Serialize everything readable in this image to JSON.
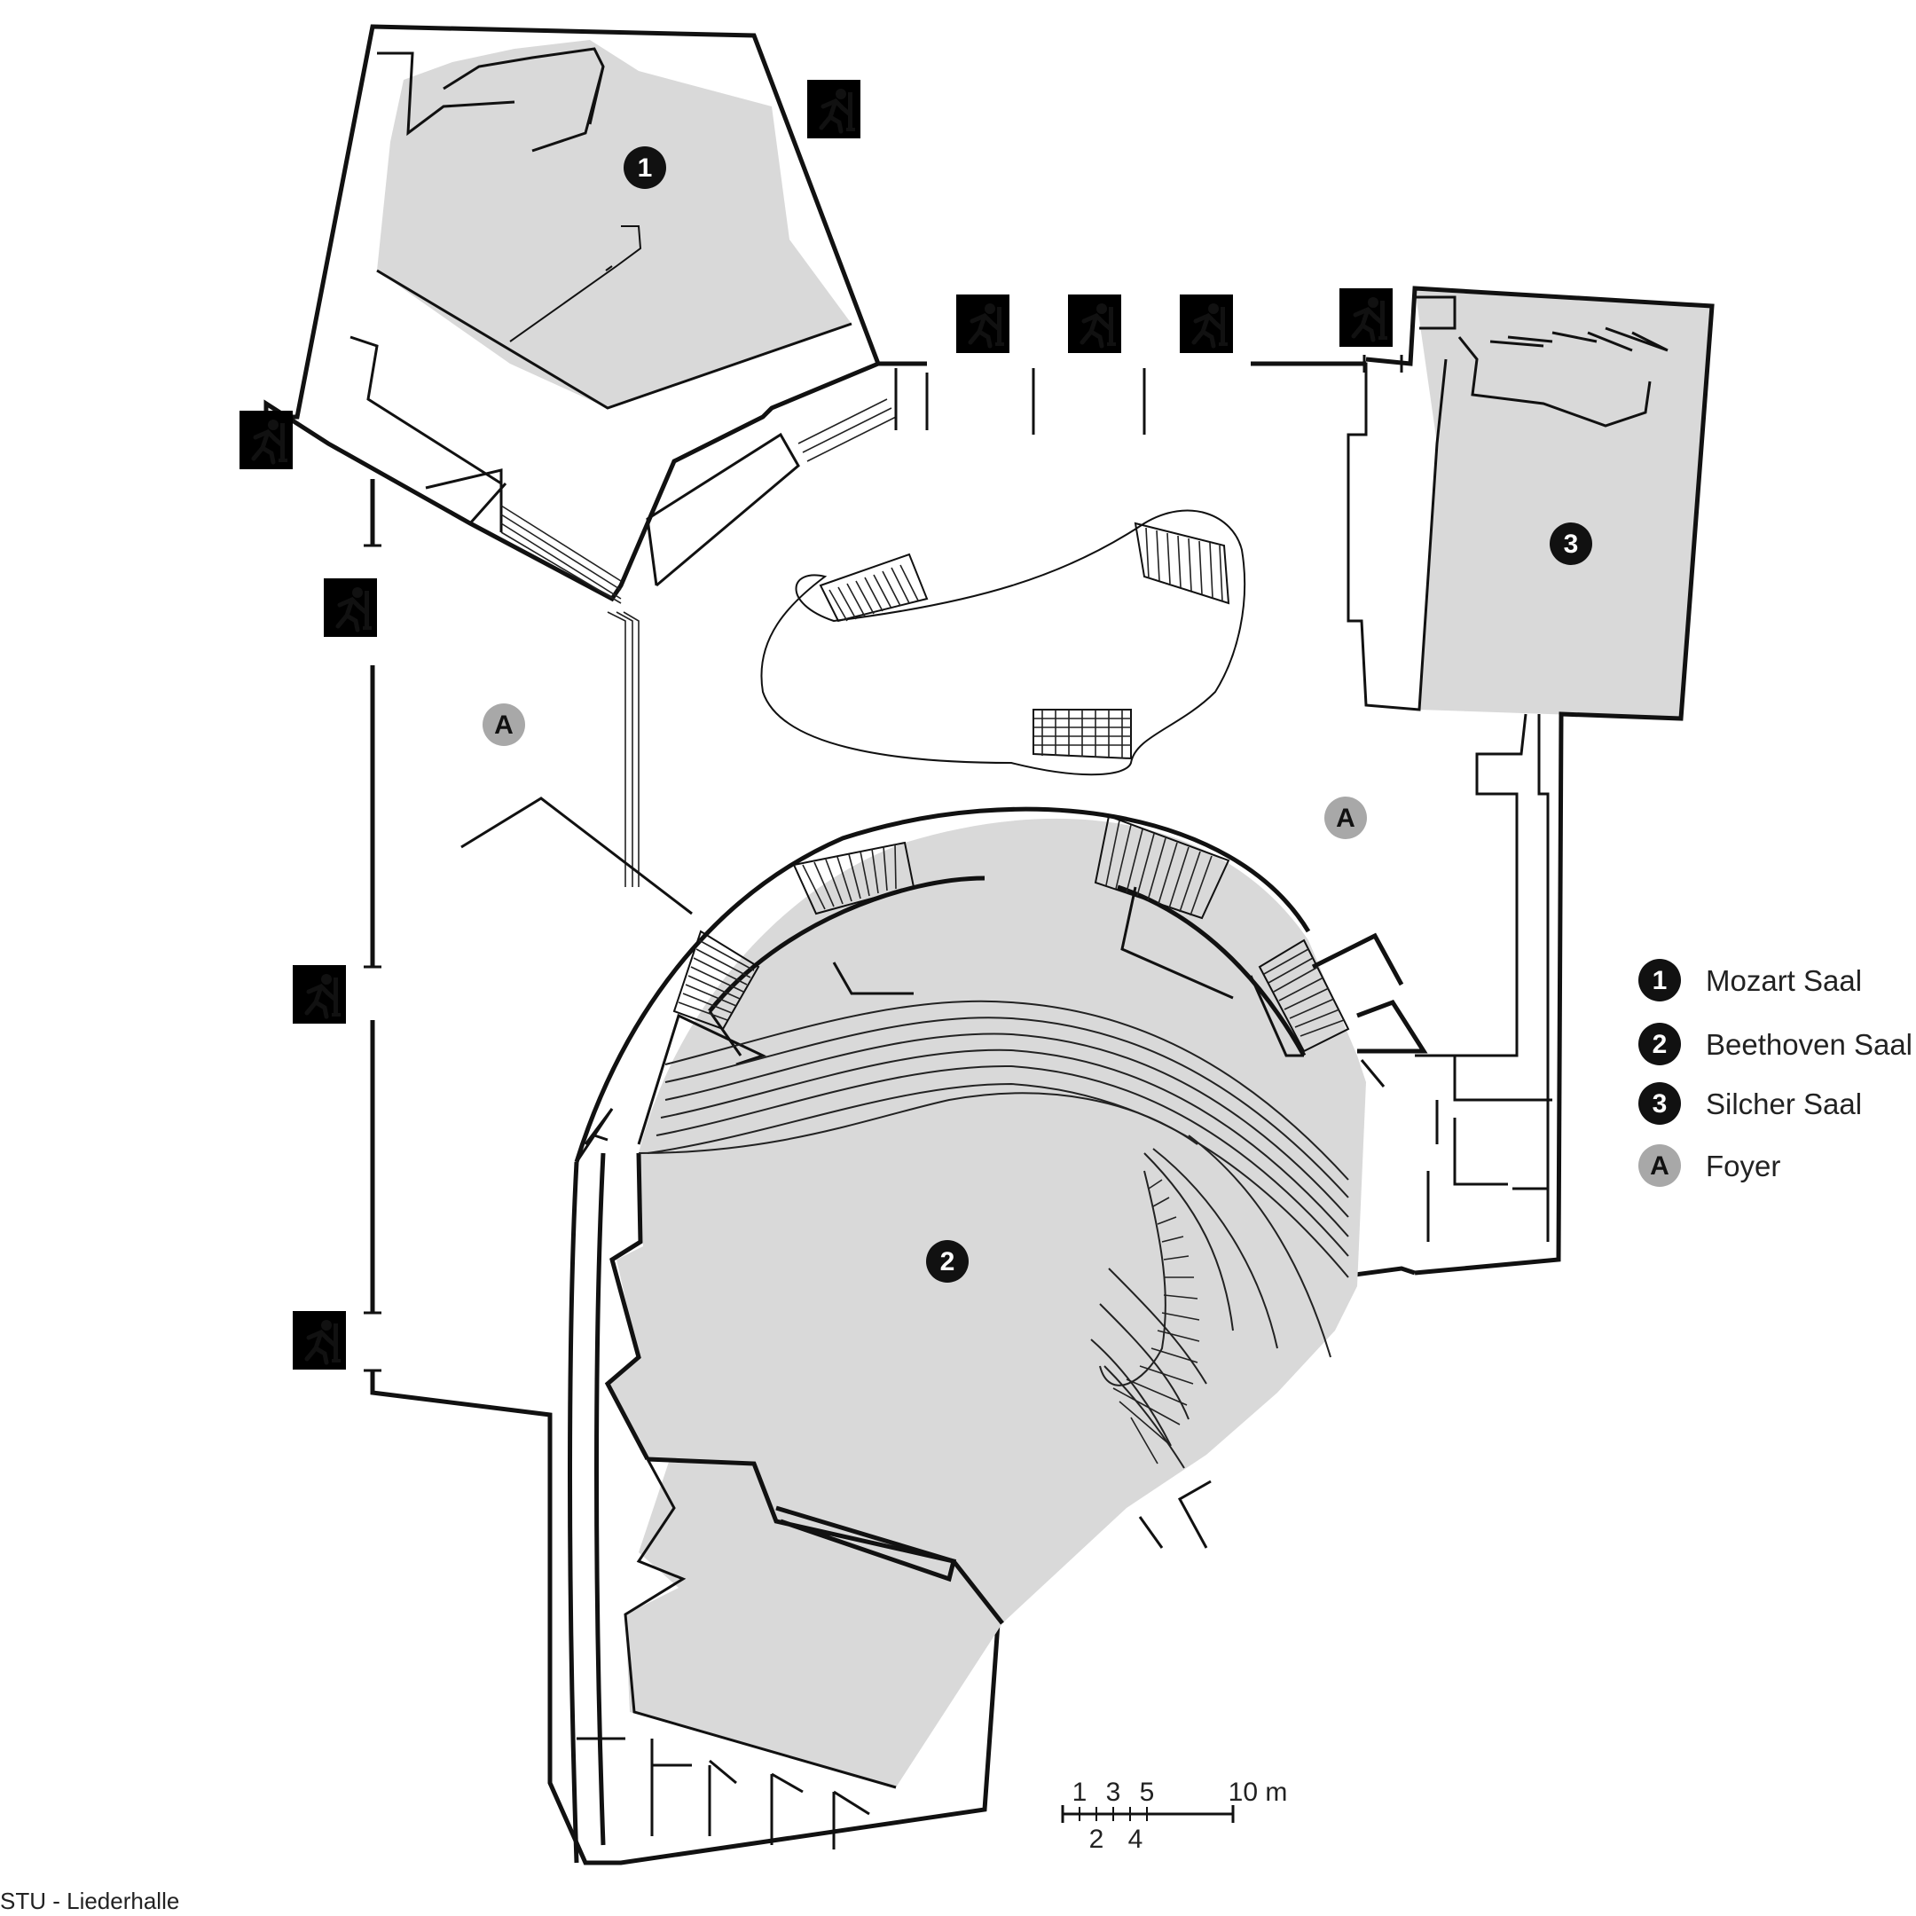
{
  "halls": [
    {
      "id": "1",
      "name": "Mozart Saal",
      "style": "dark"
    },
    {
      "id": "2",
      "name": "Beethoven Saal",
      "style": "dark"
    },
    {
      "id": "3",
      "name": "Silcher Saal",
      "style": "dark"
    },
    {
      "id": "A",
      "name": "Foyer",
      "style": "grey"
    }
  ],
  "scale_bar": {
    "top_labels": [
      "1",
      "3",
      "5",
      "10 m"
    ],
    "bottom_labels": [
      "2",
      "4"
    ]
  },
  "caption": "STU - Liederhalle",
  "colors": {
    "hall_fill": "#d9d9d9",
    "wall": "#111111",
    "foyer_badge": "#a8a8a8",
    "hall_badge": "#111111"
  },
  "icons": [
    "emergency-exit-icon"
  ]
}
